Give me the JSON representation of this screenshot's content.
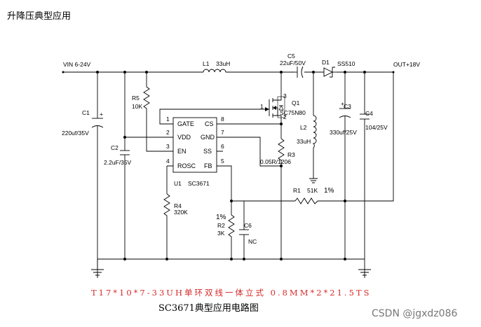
{
  "title": "升降压典型应用",
  "caption": "SC3671典型应用电路图",
  "note": "T17*10*7-33UH单环双线一体立式 0.8MM*2*21.5TS",
  "watermark": "CSDN @jgxdz086",
  "colors": {
    "wire": "#000000",
    "note": "#d62828",
    "watermark": "#777777"
  },
  "nets": {
    "vin": "VIN 6-24V",
    "vout": "OUT+18V"
  },
  "chip": {
    "ref": "U1",
    "part": "SC3671",
    "left_pins": [
      {
        "num": "1",
        "name": "GATE"
      },
      {
        "num": "2",
        "name": "VDD"
      },
      {
        "num": "3",
        "name": "EN"
      },
      {
        "num": "4",
        "name": "ROSC"
      }
    ],
    "right_pins": [
      {
        "num": "8",
        "name": "CS"
      },
      {
        "num": "7",
        "name": "GND"
      },
      {
        "num": "6",
        "name": "SS"
      },
      {
        "num": "5",
        "name": "FB"
      }
    ]
  },
  "components": {
    "l1": {
      "ref": "L1",
      "value": "33uH"
    },
    "c5": {
      "ref": "C5",
      "value": "22uF/50V"
    },
    "d1": {
      "ref": "D1",
      "value": "SS510"
    },
    "c1": {
      "ref": "C1",
      "value": "220uf/35V"
    },
    "c2": {
      "ref": "C2",
      "value": "2.2uF/35V"
    },
    "r5": {
      "ref": "R5",
      "value": "10K"
    },
    "q1": {
      "ref": "Q1",
      "value": "SC75N80",
      "pin_gate": "1",
      "pin_source": "2",
      "pin_drain": "3"
    },
    "l2": {
      "ref": "L2",
      "value": "33uH"
    },
    "c3": {
      "ref": "C3",
      "value": "330uf/25V"
    },
    "c4": {
      "ref": "C4",
      "value": "104/25V"
    },
    "r3": {
      "ref": "R3",
      "value": "0.05R/1206"
    },
    "r1": {
      "ref": "R1",
      "value": "51K",
      "tol": "1%"
    },
    "r4": {
      "ref": "R4",
      "value": "320K"
    },
    "r2": {
      "ref": "R2",
      "value": "3K",
      "tol": "1%"
    },
    "c6": {
      "ref": "C6",
      "value": "NC"
    }
  }
}
